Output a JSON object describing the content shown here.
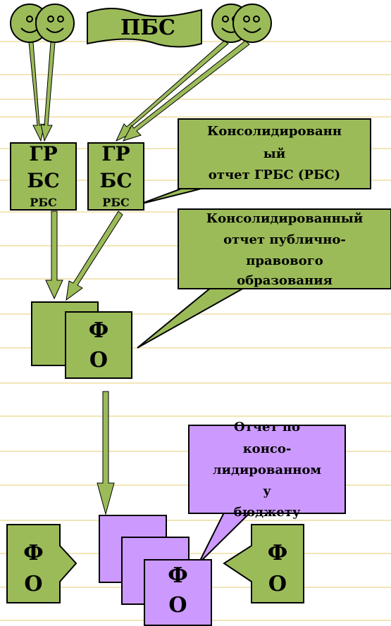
{
  "pbs_label": "ПБС",
  "grbs_left": {
    "line1": "ГР",
    "line2": "БС",
    "line3": "РБС"
  },
  "grbs_right": {
    "line1": "ГР",
    "line2": "БС",
    "line3": "РБС"
  },
  "callout_consolidated_grbs": {
    "line1": "Консолидированн",
    "line2": "ый",
    "line3": "отчет ГРБС (РБС)"
  },
  "callout_public_entity": {
    "line1": "Консолидированный",
    "line2": "отчет публично-",
    "line3": "правового",
    "line4": "образования"
  },
  "fo_top": {
    "line1": "Ф",
    "line2": "О"
  },
  "callout_budget": {
    "line1": "Отчет по",
    "line2": "консо-",
    "line3": "лидированном",
    "line4": "у",
    "line5": "бюджету"
  },
  "fo_bottom_center": {
    "line1": "Ф",
    "line2": "О"
  },
  "fo_bottom_left": {
    "line1": "Ф",
    "line2": "О"
  },
  "fo_bottom_right": {
    "line1": "Ф",
    "line2": "О"
  },
  "colors": {
    "green": "#9bbb59",
    "purple": "#cc99ff",
    "arrow": "#9bbb59",
    "lines": "#f2e6b8"
  }
}
